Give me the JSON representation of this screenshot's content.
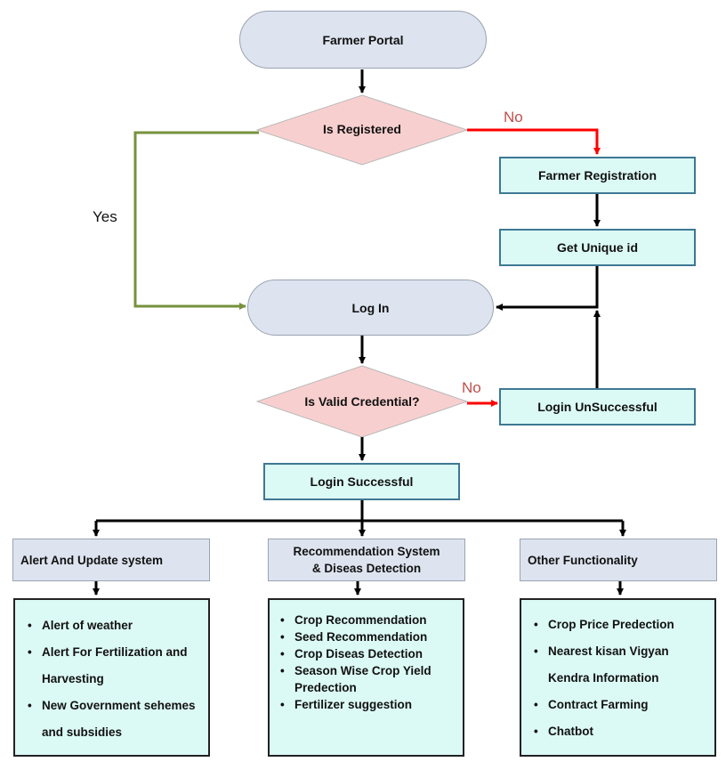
{
  "colors": {
    "yes_edge": "#76923c",
    "no_edge": "#ff0000",
    "no_label": "#c0504d"
  },
  "nodes": {
    "farmer_portal": "Farmer Portal",
    "is_registered": "Is Registered",
    "farmer_registration": "Farmer Registration",
    "get_unique_id": "Get Unique id",
    "log_in": "Log In",
    "is_valid_credential": "Is Valid Credential?",
    "login_unsuccessful": "Login UnSuccessful",
    "login_successful": "Login Successful"
  },
  "edge_labels": {
    "no_1": "No",
    "no_2": "No",
    "yes": "Yes"
  },
  "categories": {
    "alert": {
      "title": "Alert And Update system",
      "items": [
        "Alert of weather",
        "Alert For Fertilization and Harvesting",
        "New Government sehemes and subsidies"
      ]
    },
    "recommendation": {
      "title_line1": "Recommendation System",
      "title_line2": "& Diseas Detection",
      "items": [
        "Crop Recommendation",
        "Seed Recommendation",
        "Crop Diseas Detection",
        "Season Wise Crop Yield Predection",
        "Fertilizer suggestion"
      ]
    },
    "other": {
      "title": "Other Functionality",
      "items": [
        "Crop Price Predection",
        "Nearest kisan Vigyan Kendra Information",
        "Contract Farming",
        "Chatbot"
      ]
    }
  }
}
